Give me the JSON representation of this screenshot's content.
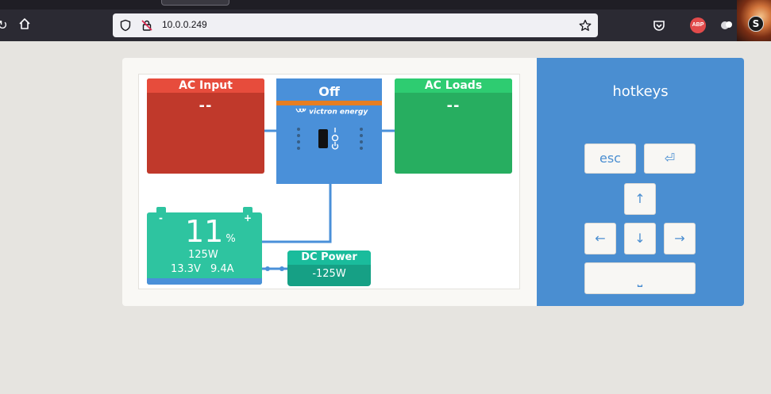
{
  "browser": {
    "url": "10.0.0.249",
    "toolbar_icons": [
      "pocket-icon",
      "adblock-plus-icon",
      "extension-puzzle-icon",
      "profile-avatar-icon"
    ],
    "abp_label": "ABP",
    "avatar_letter": "S"
  },
  "overview": {
    "ac_input": {
      "title": "AC Input",
      "value": "--"
    },
    "inverter": {
      "state": "Off",
      "brand": "victron energy"
    },
    "ac_loads": {
      "title": "AC Loads",
      "value": "--"
    },
    "battery": {
      "soc": "11",
      "soc_unit": "%",
      "power": "125W",
      "voltage": "13.3V",
      "current": "9.4A",
      "minus": "-",
      "plus": "+"
    },
    "dc_power": {
      "title": "DC Power",
      "value": "-125W"
    }
  },
  "hotkeys": {
    "title": "hotkeys",
    "keys": {
      "esc": "esc",
      "enter": "⏎",
      "up": "↑",
      "left": "←",
      "down": "↓",
      "right": "→",
      "space": "⎵"
    }
  },
  "colors": {
    "ac_input": "#c0392b",
    "ac_loads": "#27ae60",
    "inverter": "#4a90d9",
    "battery": "#2ec4a0",
    "dc_power": "#16a085",
    "hotkeys_panel": "#4a8ed1"
  }
}
